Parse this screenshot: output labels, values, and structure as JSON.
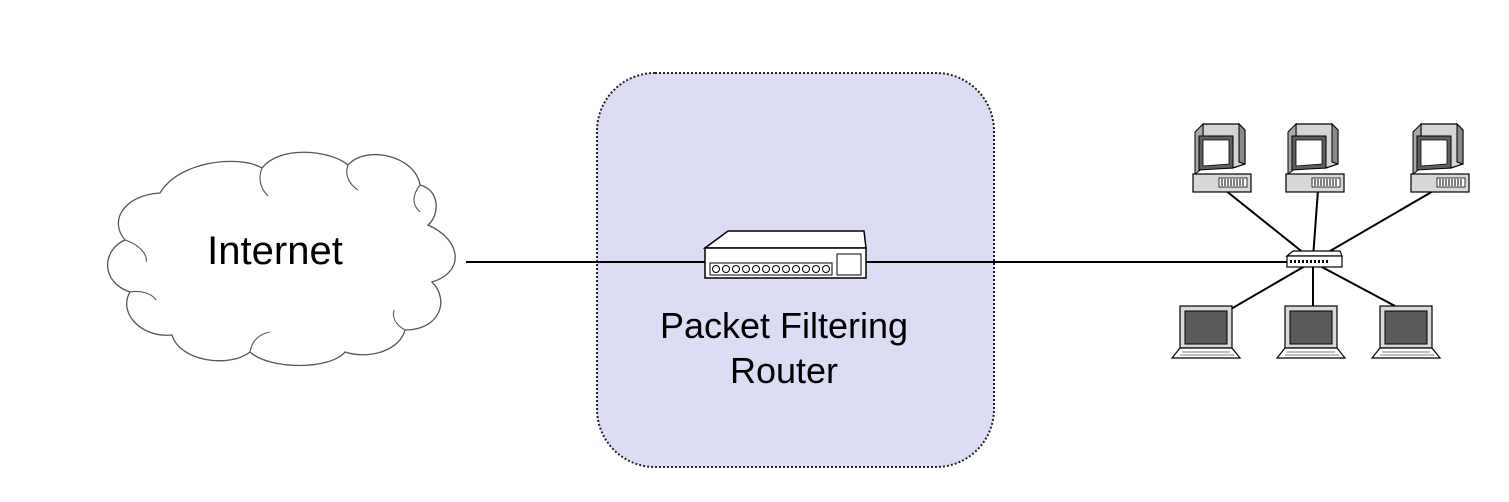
{
  "diagram": {
    "internet_label": "Internet",
    "router_label_line1": "Packet Filtering",
    "router_label_line2": "Router",
    "icons": {
      "cloud": "cloud-icon",
      "router": "router-icon",
      "hub": "switch-hub-icon",
      "desktop": "desktop-computer-icon",
      "laptop": "laptop-computer-icon"
    },
    "colors": {
      "zone_fill": "#dcdcf5",
      "line": "#000000"
    },
    "desktops": [
      "desktop",
      "desktop",
      "desktop"
    ],
    "laptops": [
      "laptop",
      "laptop",
      "laptop"
    ]
  }
}
